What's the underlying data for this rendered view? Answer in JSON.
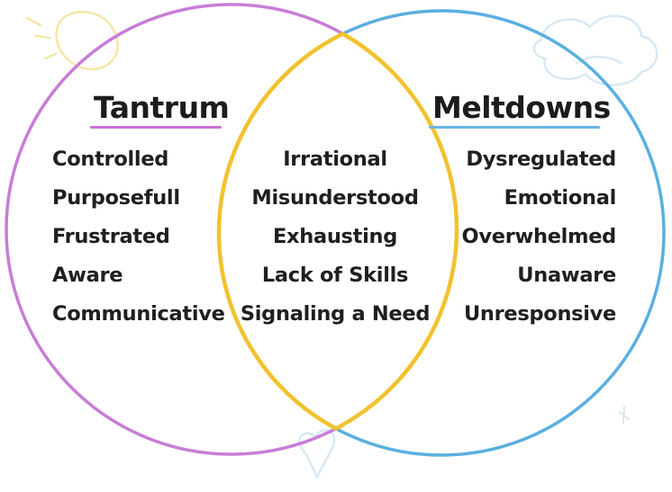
{
  "left_set": {
    "title": "Tantrum",
    "items": [
      "Controlled",
      "Purposefull",
      "Frustrated",
      "Aware",
      "Communicative"
    ]
  },
  "right_set": {
    "title": "Meltdowns",
    "items": [
      "Dysregulated",
      "Emotional",
      "Overwhelmed",
      "Unaware",
      "Unresponsive"
    ]
  },
  "intersection": {
    "items": [
      "Irrational",
      "Misunderstood",
      "Exhausting",
      "Lack of Skills",
      "Signaling a Need"
    ]
  },
  "colors": {
    "left_circle": "#c77dd6",
    "right_circle": "#5aafe0",
    "overlap_outline": "#f2c22e",
    "left_underline": "#c86fd8",
    "right_underline": "#6ab6e6",
    "doodles": "#d8e8f4",
    "sun_doodle": "#f6e6a6"
  },
  "decorations": [
    "sun-doodle",
    "cloud-doodle",
    "heart-doodle",
    "sparkle-doodle"
  ]
}
